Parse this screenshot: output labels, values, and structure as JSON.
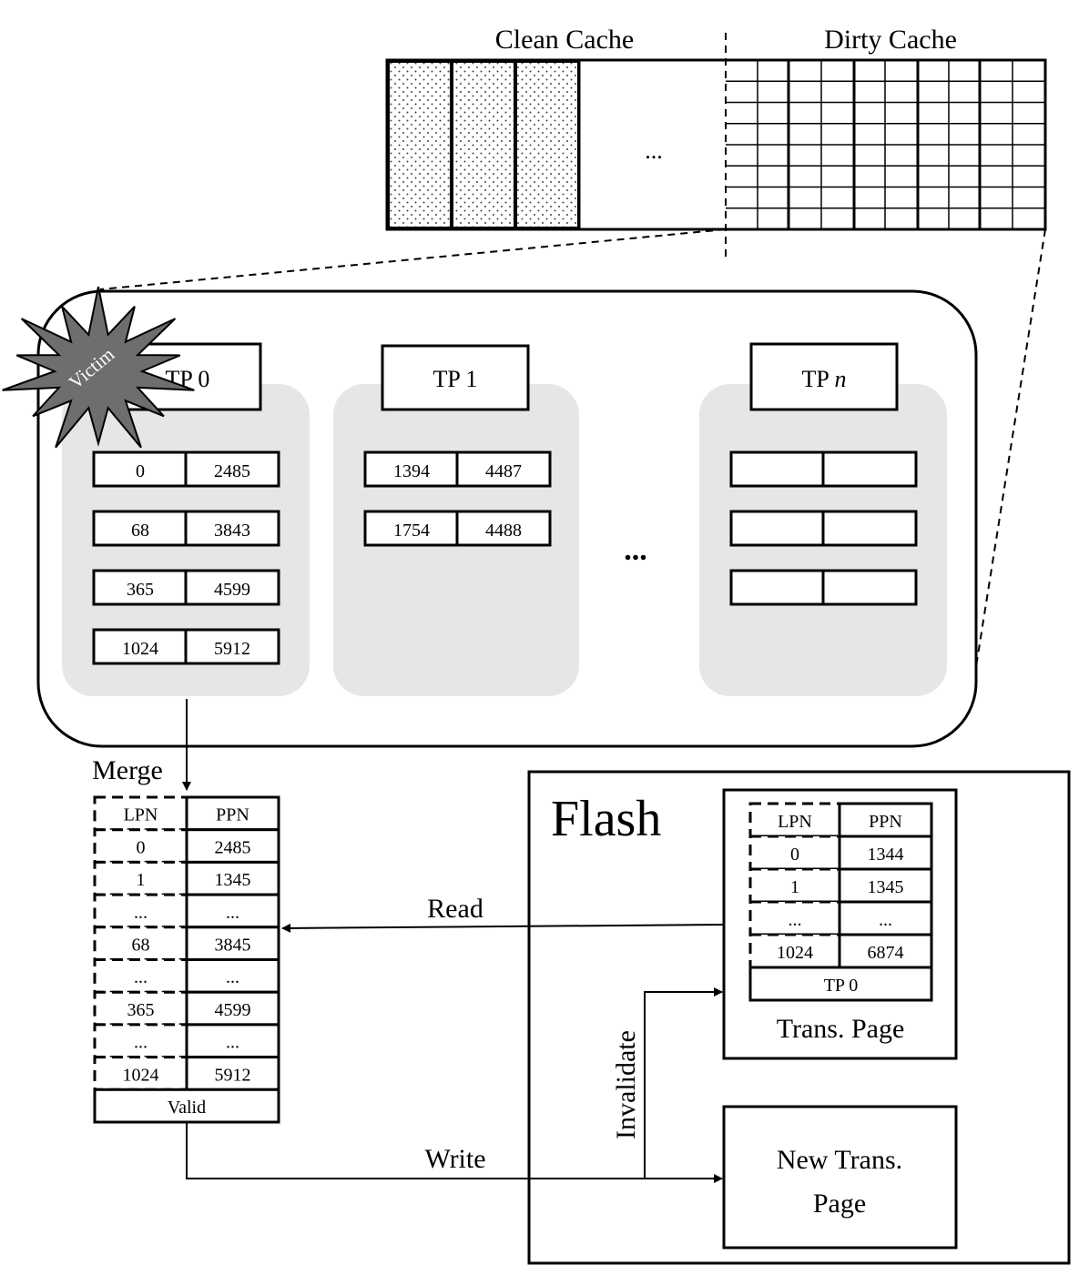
{
  "cache": {
    "clean_label": "Clean Cache",
    "dirty_label": "Dirty Cache",
    "ellipsis": "..."
  },
  "victim_label": "Victim",
  "pages": {
    "tp0": {
      "title": "TP 0",
      "rows": [
        [
          "0",
          "2485"
        ],
        [
          "68",
          "3843"
        ],
        [
          "365",
          "4599"
        ],
        [
          "1024",
          "5912"
        ]
      ]
    },
    "tp1": {
      "title": "TP 1",
      "rows": [
        [
          "1394",
          "4487"
        ],
        [
          "1754",
          "4488"
        ]
      ]
    },
    "tpn": {
      "title_prefix": "TP ",
      "title_var": "n",
      "rows": [
        [
          "",
          ""
        ],
        [
          "",
          ""
        ],
        [
          "",
          ""
        ]
      ]
    },
    "between_ellipsis": "..."
  },
  "merge": {
    "label": "Merge",
    "header": [
      "LPN",
      "PPN"
    ],
    "rows": [
      [
        "0",
        "2485"
      ],
      [
        "1",
        "1345"
      ],
      [
        "...",
        "..."
      ],
      [
        "68",
        "3845"
      ],
      [
        "...",
        "..."
      ],
      [
        "365",
        "4599"
      ],
      [
        "...",
        "..."
      ],
      [
        "1024",
        "5912"
      ]
    ],
    "footer": "Valid"
  },
  "arrows": {
    "read": "Read",
    "write": "Write",
    "invalidate": "Invalidate"
  },
  "flash": {
    "title": "Flash",
    "trans_page": {
      "header": [
        "LPN",
        "PPN"
      ],
      "rows": [
        [
          "0",
          "1344"
        ],
        [
          "1",
          "1345"
        ],
        [
          "...",
          "..."
        ],
        [
          "1024",
          "6874"
        ]
      ],
      "footer": "TP 0",
      "caption": "Trans. Page"
    },
    "new_trans_page": {
      "line1": "New Trans.",
      "line2": "Page"
    }
  }
}
